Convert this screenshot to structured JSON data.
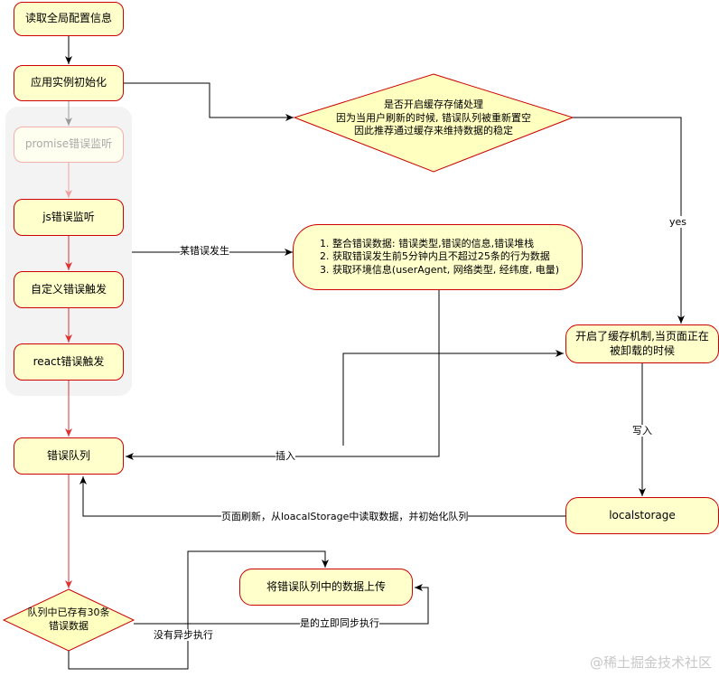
{
  "nodes": {
    "read_config": "读取全局配置信息",
    "app_init": "应用实例初始化",
    "promise_listen": "promise错误监听",
    "js_listen": "js错误监听",
    "custom_error": "自定义错误触发",
    "react_error": "react错误触发",
    "error_queue": "错误队列",
    "cache_decision": {
      "line1": "是否开启缓存存储处理",
      "line2": "因为当用户刷新的时候, 错误队列被重新置空",
      "line3": "因此推荐通过缓存来维持数据的稳定"
    },
    "integrate": [
      "整合错误数据: 错误类型,错误的信息,错误堆栈",
      "获取错误发生前5分钟内且不超过25条的行为数据",
      "获取环境信息(userAgent, 网络类型, 经纬度, 电量)"
    ],
    "cache_enabled": "开启了缓存机制,当页面正在被卸载的时候",
    "localstorage": "localstorage",
    "upload": "将错误队列中的数据上传",
    "queue_check": {
      "line1": "队列中已存有30条",
      "line2": "错误数据"
    }
  },
  "edge_labels": {
    "error_occurs": "某错误发生",
    "yes": "yes",
    "insert": "插入",
    "write": "写入",
    "refresh": "页面刷新，从loacalStorage中读取数据，并初始化队列",
    "sync_exec": "是的立即同步执行",
    "async_exec": "没有异步执行"
  },
  "watermark": "@稀土掘金技术社区",
  "colors": {
    "node_fill": "#ffffcc",
    "node_border": "#cc0000",
    "diamond_fill": "#ffffc0",
    "arrow_red": "#dd3333",
    "arrow_black": "#000000",
    "group_bg": "#f3f3f3"
  }
}
